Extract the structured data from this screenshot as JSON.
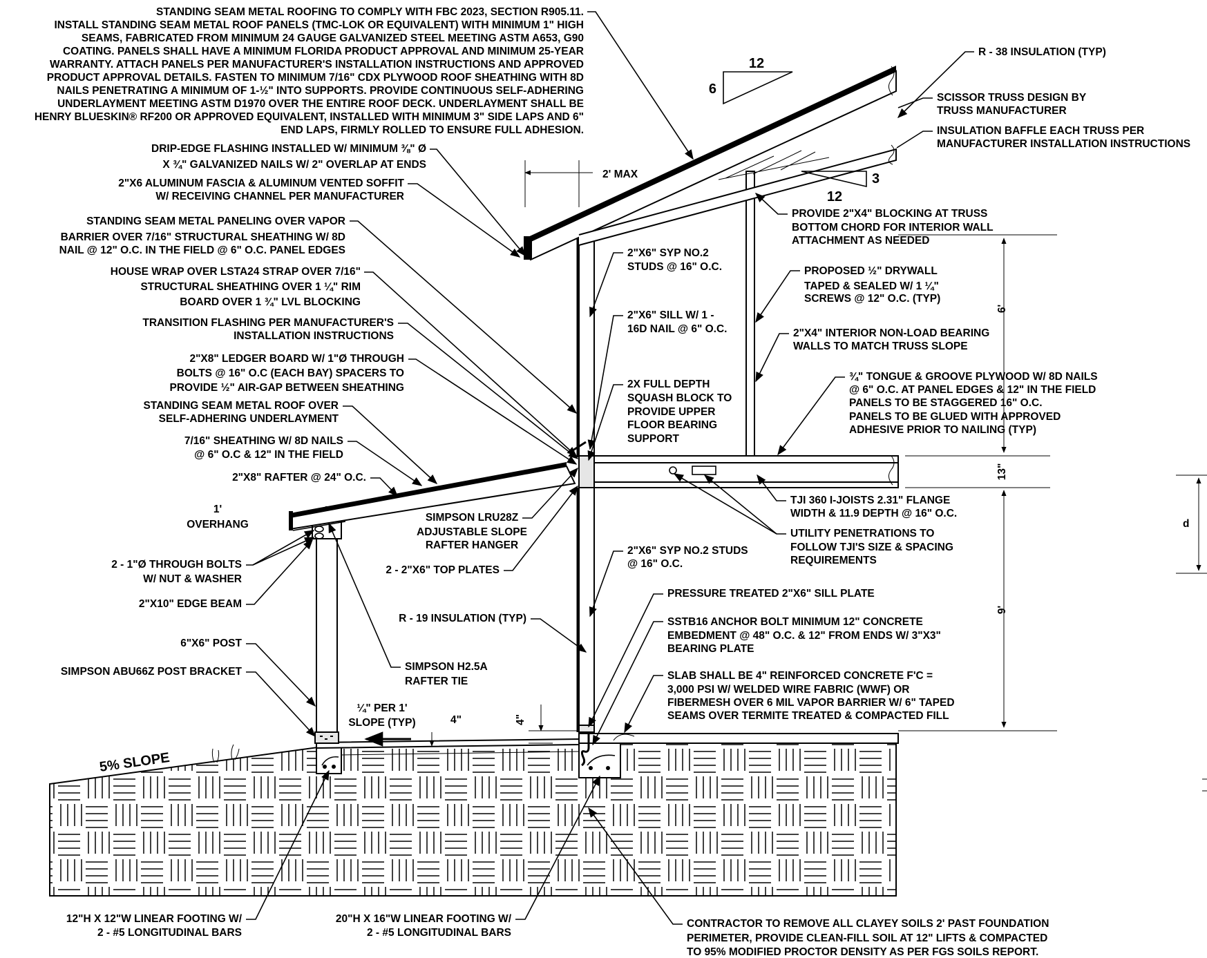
{
  "notes": {
    "roofing": [
      "STANDING SEAM METAL ROOFING TO COMPLY WITH FBC 2023, SECTION R905.11.",
      "INSTALL STANDING SEAM METAL ROOF PANELS (TMC-LOK OR EQUIVALENT) WITH MINIMUM 1\" HIGH",
      "SEAMS, FABRICATED FROM MINIMUM 24 GAUGE GALVANIZED STEEL MEETING ASTM A653, G90",
      "COATING. PANELS SHALL HAVE A MINIMUM FLORIDA PRODUCT APPROVAL AND MINIMUM 25-YEAR",
      "WARRANTY. ATTACH PANELS PER MANUFACTURER'S INSTALLATION INSTRUCTIONS AND APPROVED",
      "PRODUCT APPROVAL DETAILS. FASTEN TO MINIMUM 7/16\" CDX PLYWOOD ROOF SHEATHING WITH 8D",
      "NAILS PENETRATING A MINIMUM OF 1-½\" INTO SUPPORTS. PROVIDE CONTINUOUS SELF-ADHERING",
      "UNDERLAYMENT MEETING ASTM D1970 OVER THE ENTIRE ROOF DECK. UNDERLAYMENT SHALL BE",
      "HENRY BLUESKIN® RF200 OR APPROVED EQUIVALENT, INSTALLED WITH MINIMUM 3\" SIDE LAPS AND 6\"",
      "END LAPS, FIRMLY ROLLED TO ENSURE FULL ADHESION."
    ],
    "drip_edge": [
      "DRIP-EDGE FLASHING INSTALLED W/ MINIMUM ⅜\" Ø",
      "X ¾\" GALVANIZED NAILS W/ 2\" OVERLAP AT ENDS"
    ],
    "fascia": [
      "2\"X6 ALUMINUM FASCIA & ALUMINUM VENTED SOFFIT",
      "W/ RECEIVING CHANNEL PER MANUFACTURER"
    ],
    "wall_panel": [
      "STANDING SEAM METAL PANELING OVER VAPOR",
      "BARRIER OVER 7/16\" STRUCTURAL SHEATHING W/ 8D",
      "NAIL @ 12\" O.C. IN THE FIELD @ 6\" O.C. PANEL EDGES"
    ],
    "house_wrap": [
      "HOUSE WRAP OVER LSTA24 STRAP OVER 7/16\"",
      "STRUCTURAL SHEATHING OVER 1 ¼\" RIM",
      "BOARD OVER 1 ¾\" LVL BLOCKING"
    ],
    "transition": [
      "TRANSITION FLASHING PER MANUFACTURER'S",
      "INSTALLATION INSTRUCTIONS"
    ],
    "ledger": [
      "2\"X8\" LEDGER BOARD W/ 1\"Ø THROUGH",
      "BOLTS @ 16\" O.C (EACH BAY) SPACERS TO",
      "PROVIDE ½\" AIR-GAP BETWEEN SHEATHING"
    ],
    "porch_roof": [
      "STANDING SEAM METAL ROOF OVER",
      "SELF-ADHERING UNDERLAYMENT"
    ],
    "porch_sheathing": [
      "7/16\" SHEATHING W/ 8D NAILS",
      "@ 6\" O.C & 12\" IN THE FIELD"
    ],
    "rafter": [
      "2\"X8\" RAFTER @ 24\" O.C."
    ],
    "overhang": [
      "1'",
      "OVERHANG"
    ],
    "bolts": [
      "2 - 1\"Ø THROUGH BOLTS",
      "W/ NUT & WASHER"
    ],
    "edge_beam": [
      "2\"X10\" EDGE BEAM"
    ],
    "post": [
      "6\"X6\" POST"
    ],
    "post_bracket": [
      "SIMPSON ABU66Z POST BRACKET"
    ],
    "hanger": [
      "SIMPSON LRU28Z",
      "ADJUSTABLE SLOPE",
      "RAFTER HANGER"
    ],
    "top_plates": [
      "2 - 2\"X6\" TOP PLATES"
    ],
    "r19": [
      "R - 19 INSULATION (TYP)"
    ],
    "h25a": [
      "SIMPSON H2.5A",
      "RAFTER TIE"
    ],
    "slope_note": [
      "¼\" PER 1'",
      "SLOPE (TYP)"
    ],
    "dim_4": "4\"",
    "dim_4v": "4\"",
    "five_pct": "5% SLOPE",
    "footing_small": [
      "12\"H X  12\"W LINEAR FOOTING W/",
      "2 - #5 LONGITUDINAL BARS"
    ],
    "footing_large": [
      "20\"H X  16\"W LINEAR FOOTING W/",
      "2 - #5 LONGITUDINAL BARS"
    ],
    "soils": [
      "CONTRACTOR TO REMOVE ALL CLAYEY SOILS 2' PAST FOUNDATION",
      "PERIMETER, PROVIDE CLEAN-FILL SOIL AT 12\" LIFTS & COMPACTED",
      "TO 95%  MODIFIED PROCTOR DENSITY AS PER FGS SOILS REPORT."
    ],
    "r38": [
      "R - 38 INSULATION (TYP)"
    ],
    "scissor": [
      "SCISSOR TRUSS DESIGN BY",
      "TRUSS MANUFACTURER"
    ],
    "baffle": [
      "INSULATION BAFFLE EACH TRUSS PER",
      "MANUFACTURER INSTALLATION INSTRUCTIONS"
    ],
    "max2": "2' MAX",
    "pitch_top": {
      "run": "12",
      "rise": "6"
    },
    "pitch_chord": {
      "run": "12",
      "rise": "3"
    },
    "blocking": [
      "PROVIDE 2\"X4\" BLOCKING AT TRUSS",
      "BOTTOM CHORD FOR INTERIOR WALL",
      "ATTACHMENT AS NEEDED"
    ],
    "studs_upper": [
      "2\"X6\" SYP NO.2",
      "STUDS @ 16\" O.C."
    ],
    "drywall": [
      "PROPOSED ½\" DRYWALL",
      "TAPED & SEALED W/ 1 ¼\"",
      "SCREWS @ 12\" O.C. (TYP)"
    ],
    "sill": [
      "2\"X6\" SILL W/ 1 -",
      "16D NAIL @ 6\" O.C."
    ],
    "interior_wall": [
      "2\"X4\" INTERIOR NON-LOAD BEARING",
      "WALLS TO MATCH TRUSS SLOPE"
    ],
    "squash": [
      "2X FULL DEPTH",
      "SQUASH BLOCK TO",
      "PROVIDE UPPER",
      "FLOOR BEARING",
      "SUPPORT"
    ],
    "plywood": [
      "¾\" TONGUE & GROOVE PLYWOOD W/ 8D NAILS",
      "@ 6\" O.C. AT PANEL EDGES & 12\" IN THE FIELD",
      "PANELS TO BE STAGGERED 16\" O.C.",
      "PANELS TO BE GLUED WITH APPROVED",
      "ADHESIVE PRIOR TO NAILING (TYP)"
    ],
    "tji": [
      "TJI 360 I-JOISTS 2.31\" FLANGE",
      "WIDTH & 11.9 DEPTH @ 16\" O.C."
    ],
    "utility": [
      "UTILITY PENETRATIONS TO",
      "FOLLOW TJI'S SIZE & SPACING",
      "REQUIREMENTS"
    ],
    "studs_lower": [
      "2\"X6\" SYP NO.2 STUDS",
      "@ 16\" O.C."
    ],
    "sill_plate": [
      "PRESSURE TREATED 2\"X6\" SILL PLATE"
    ],
    "anchor": [
      "SSTB16 ANCHOR BOLT MINIMUM 12\" CONCRETE",
      "EMBEDMENT @ 48\" O.C. & 12\" FROM ENDS W/ 3\"X3\"",
      "BEARING PLATE"
    ],
    "slab": [
      "SLAB SHALL BE 4\" REINFORCED CONCRETE F'C =",
      "3,000 PSI W/ WELDED WIRE FABRIC (WWF) OR",
      "FIBERMESH OVER 6 MIL VAPOR BARRIER W/ 6\" TAPED",
      "SEAMS OVER TERMITE TREATED & COMPACTED FILL"
    ],
    "dims": {
      "upper": "6'",
      "floor": "13\"",
      "lower": "9'",
      "d": "d"
    }
  }
}
